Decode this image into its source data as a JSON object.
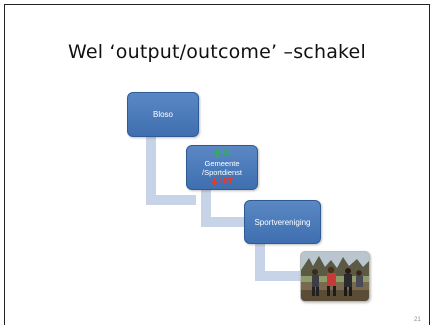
{
  "slide": {
    "title": "Wel ‘output/outcome’ –schakel",
    "page_number": "21"
  },
  "diagram": {
    "box1_label": "Bloso",
    "box2_in_label": "IN",
    "box2_line1": "Gemeente",
    "box2_line2": "/Sportdienst",
    "box2_uit_label": "UIT",
    "box3_label": "Sportvereniging",
    "colors": {
      "box_fill": "#4a7bbd",
      "connector": "#c7d3e6",
      "in_arrow": "#2fb34a",
      "uit_arrow": "#e53a2e"
    },
    "icons": [
      "arrow-up-icon",
      "arrow-down-icon"
    ]
  }
}
